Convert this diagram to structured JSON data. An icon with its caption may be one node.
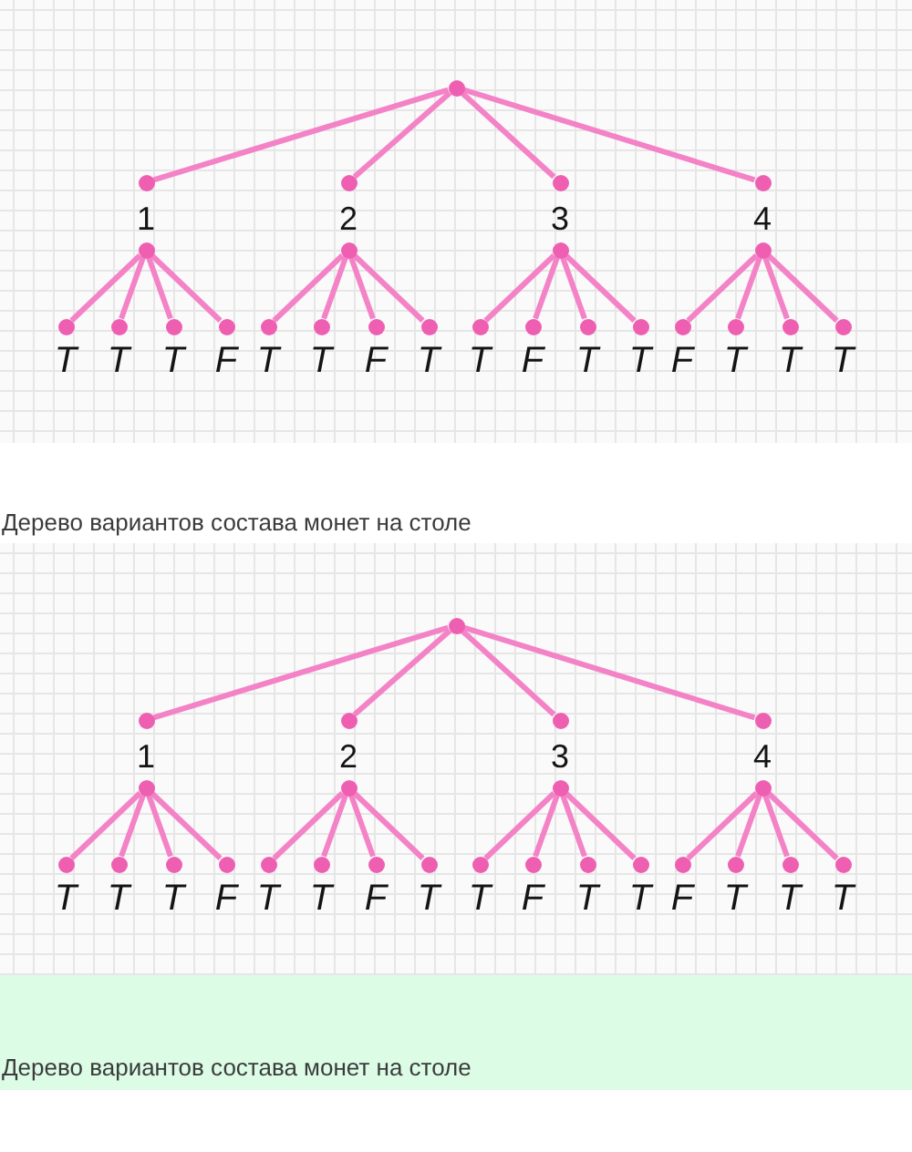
{
  "diagram": {
    "nodes": [
      {
        "text": [],
        "shape": "circle"
      },
      {
        "text": [
          "1"
        ]
      },
      {
        "text": [
          "2"
        ]
      },
      {
        "text": [
          "3"
        ]
      },
      {
        "text": [
          "4"
        ]
      },
      {
        "text": [
          "T"
        ]
      },
      {
        "text": [
          "T"
        ]
      },
      {
        "text": [
          "T"
        ]
      },
      {
        "text": [
          "F"
        ]
      },
      {
        "text": [
          "T"
        ]
      },
      {
        "text": [
          "T"
        ]
      },
      {
        "text": [
          "F"
        ]
      },
      {
        "text": [
          "T"
        ]
      },
      {
        "text": [
          "T"
        ]
      },
      {
        "text": [
          "F"
        ]
      },
      {
        "text": [
          "T"
        ]
      },
      {
        "text": [
          "T"
        ]
      },
      {
        "text": [
          "F"
        ]
      },
      {
        "text": [
          "T"
        ]
      },
      {
        "text": [
          "T"
        ]
      },
      {
        "text": [
          "T"
        ]
      },
      {
        "text": [],
        "shape": "circle"
      },
      {
        "text": [
          "1"
        ]
      },
      {
        "text": [
          "2"
        ]
      },
      {
        "text": [
          "3"
        ]
      },
      {
        "text": [
          "4"
        ]
      },
      {
        "text": [
          "T"
        ]
      },
      {
        "text": [
          "T"
        ]
      },
      {
        "text": [
          "T"
        ]
      },
      {
        "text": [
          "F"
        ]
      },
      {
        "text": [
          "T"
        ]
      },
      {
        "text": [
          "T"
        ]
      },
      {
        "text": [
          "F"
        ]
      },
      {
        "text": [
          "T"
        ]
      },
      {
        "text": [
          "T"
        ]
      },
      {
        "text": [
          "F"
        ]
      },
      {
        "text": [
          "T"
        ]
      },
      {
        "text": [
          "T"
        ]
      },
      {
        "text": [
          "F"
        ]
      },
      {
        "text": [
          "T"
        ]
      },
      {
        "text": [
          "T"
        ]
      },
      {
        "text": [
          "T"
        ]
      }
    ],
    "edges": [
      {
        "from": 0,
        "to": 1,
        "arrow": "none"
      },
      {
        "from": 0,
        "to": 2,
        "arrow": "none"
      },
      {
        "from": 0,
        "to": 3,
        "arrow": "none"
      },
      {
        "from": 0,
        "to": 4,
        "arrow": "none"
      },
      {
        "from": 1,
        "to": 5,
        "arrow": "none"
      },
      {
        "from": 1,
        "to": 6,
        "arrow": "none"
      },
      {
        "from": 1,
        "to": 7,
        "arrow": "none"
      },
      {
        "from": 1,
        "to": 8,
        "arrow": "none"
      },
      {
        "from": 2,
        "to": 9,
        "arrow": "none"
      },
      {
        "from": 2,
        "to": 10,
        "arrow": "none"
      },
      {
        "from": 2,
        "to": 11,
        "arrow": "none"
      },
      {
        "from": 2,
        "to": 12,
        "arrow": "none"
      },
      {
        "from": 3,
        "to": 13,
        "arrow": "none"
      },
      {
        "from": 3,
        "to": 14,
        "arrow": "none"
      },
      {
        "from": 3,
        "to": 15,
        "arrow": "none"
      },
      {
        "from": 3,
        "to": 16,
        "arrow": "none"
      },
      {
        "from": 4,
        "to": 17,
        "arrow": "none"
      },
      {
        "from": 4,
        "to": 18,
        "arrow": "none"
      },
      {
        "from": 4,
        "to": 19,
        "arrow": "none"
      },
      {
        "from": 4,
        "to": 20,
        "arrow": "none"
      },
      {
        "from": 21,
        "to": 22,
        "arrow": "none"
      },
      {
        "from": 21,
        "to": 23,
        "arrow": "none"
      },
      {
        "from": 21,
        "to": 24,
        "arrow": "none"
      },
      {
        "from": 21,
        "to": 25,
        "arrow": "none"
      },
      {
        "from": 22,
        "to": 26,
        "arrow": "none"
      },
      {
        "from": 22,
        "to": 27,
        "arrow": "none"
      },
      {
        "from": 22,
        "to": 28,
        "arrow": "none"
      },
      {
        "from": 22,
        "to": 29,
        "arrow": "none"
      },
      {
        "from": 23,
        "to": 30,
        "arrow": "none"
      },
      {
        "from": 23,
        "to": 31,
        "arrow": "none"
      },
      {
        "from": 23,
        "to": 32,
        "arrow": "none"
      },
      {
        "from": 23,
        "to": 33,
        "arrow": "none"
      },
      {
        "from": 24,
        "to": 34,
        "arrow": "none"
      },
      {
        "from": 24,
        "to": 35,
        "arrow": "none"
      },
      {
        "from": 24,
        "to": 36,
        "arrow": "none"
      },
      {
        "from": 24,
        "to": 37,
        "arrow": "none"
      },
      {
        "from": 25,
        "to": 38,
        "arrow": "none"
      },
      {
        "from": 25,
        "to": 39,
        "arrow": "none"
      },
      {
        "from": 25,
        "to": 40,
        "arrow": "none"
      },
      {
        "from": 25,
        "to": 41,
        "arrow": "none"
      }
    ],
    "labels": [
      "Дерево вариантов состава монет на столе",
      "Дерево вариантов состава монет на столе"
    ]
  }
}
